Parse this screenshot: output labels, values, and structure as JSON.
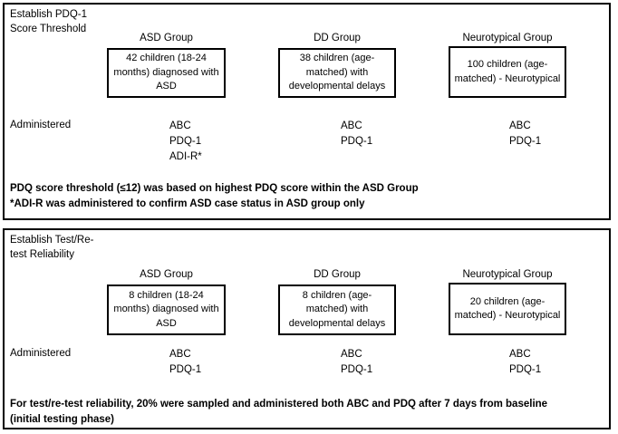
{
  "figure": {
    "type": "study-design-flowchart",
    "panels": [
      {
        "id": "establish-threshold",
        "phase_title": "Establish PDQ-1\nScore Threshold",
        "administered_label": "Administered",
        "groups": [
          {
            "key": "asd",
            "label": "ASD Group",
            "box_text": "42 children (18-24 months) diagnosed with ASD",
            "measures": [
              "ABC",
              "PDQ-1",
              "ADI-R*"
            ]
          },
          {
            "key": "dd",
            "label": "DD Group",
            "box_text": "38 children (age-matched) with developmental delays",
            "measures": [
              "ABC",
              "PDQ-1"
            ]
          },
          {
            "key": "nt",
            "label": "Neurotypical Group",
            "box_text": "100 children (age-matched) - Neurotypical",
            "measures": [
              "ABC",
              "PDQ-1"
            ]
          }
        ],
        "footnotes": [
          "PDQ score threshold (≤12) was based on highest PDQ score within the ASD Group",
          "*ADI-R was administered to confirm ASD case status in ASD group only"
        ]
      },
      {
        "id": "establish-reliability",
        "phase_title": "Establish Test/Re-\ntest Reliability",
        "administered_label": "Administered",
        "groups": [
          {
            "key": "asd",
            "label": "ASD Group",
            "box_text": "8 children (18-24 months) diagnosed with ASD",
            "measures": [
              "ABC",
              "PDQ-1"
            ]
          },
          {
            "key": "dd",
            "label": "DD Group",
            "box_text": "8 children (age-matched) with developmental delays",
            "measures": [
              "ABC",
              "PDQ-1"
            ]
          },
          {
            "key": "nt",
            "label": "Neurotypical Group",
            "box_text": "20 children (age-matched) - Neurotypical",
            "measures": [
              "ABC",
              "PDQ-1"
            ]
          }
        ],
        "footnotes": [
          "For test/re-test reliability, 20% were sampled and administered both ABC and PDQ after 7 days from baseline",
          "(initial testing phase)"
        ]
      }
    ]
  },
  "colors": {
    "border": "#000000",
    "text": "#000000",
    "background": "#ffffff"
  }
}
